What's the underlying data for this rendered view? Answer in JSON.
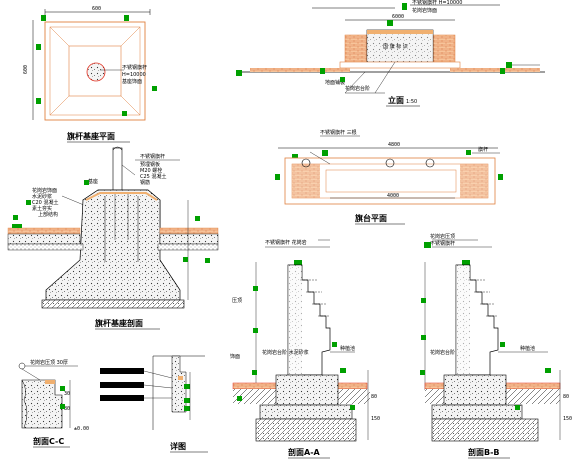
{
  "palette": {
    "green": "#00a000",
    "red": "#e03020",
    "orange": "#e08040",
    "brick": "#d46a3c",
    "lightOrange": "#f0b070",
    "gray": "#808080",
    "black": "#000000",
    "white": "#ffffff"
  },
  "drawings": {
    "plan_view": {
      "dim_top": "600",
      "dim_left": "600",
      "title": "旗杆基座平面"
    },
    "elevation": {
      "dim_top": "6000",
      "title": "立面",
      "scale": "1:50"
    },
    "base_section": {
      "title": "旗杆基座剖面"
    },
    "platform_plan": {
      "dim_top": "4800",
      "dim_bottom": "4000",
      "title": "旗台平面"
    },
    "section_a": {
      "title": "剖面A-A"
    },
    "section_b": {
      "title": "剖面B-B"
    },
    "section_c": {
      "title": "剖面C-C"
    },
    "detail": {
      "title": "详图"
    }
  }
}
